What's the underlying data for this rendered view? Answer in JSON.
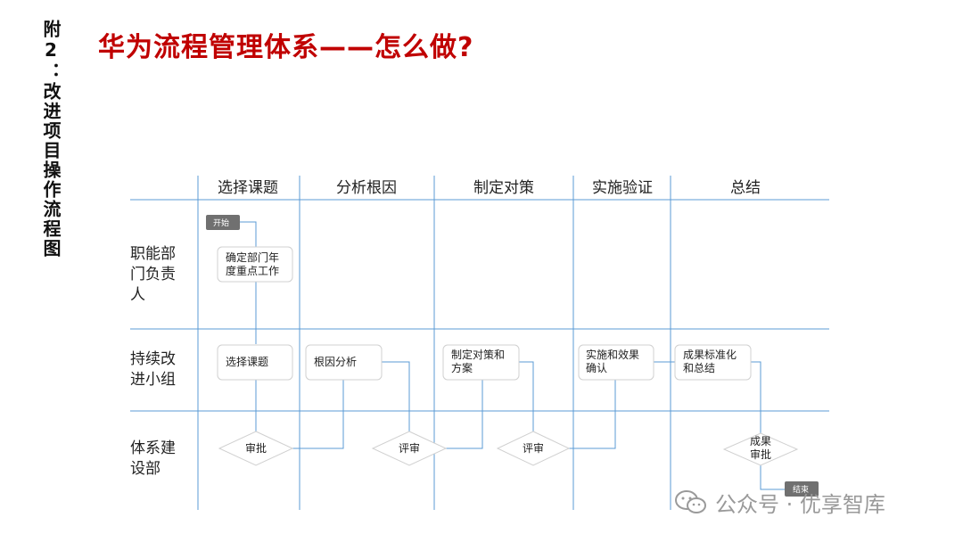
{
  "side_title": "附2：改进项目操作流程图",
  "title": "华为流程管理体系——怎么做?",
  "columns": [
    "选择课题",
    "分析根因",
    "制定对策",
    "实施验证",
    "总结"
  ],
  "lanes": [
    [
      "职能部",
      "门负责",
      "人"
    ],
    [
      "持续改",
      "进小组"
    ],
    [
      "体系建",
      "设部"
    ]
  ],
  "nodes": {
    "start": "开始",
    "confirm": [
      "确定部门年",
      "度重点工作"
    ],
    "select": "选择课题",
    "root": "根因分析",
    "plan": [
      "制定对策和",
      "方案"
    ],
    "implement": [
      "实施和效果",
      "确认"
    ],
    "standard": [
      "成果标准化",
      "和总结"
    ],
    "approve": "审批",
    "review1": "评审",
    "review2": "评审",
    "result_approve": [
      "成果",
      "审批"
    ],
    "end": "结束"
  },
  "watermark": "公众号 · 优享智库"
}
